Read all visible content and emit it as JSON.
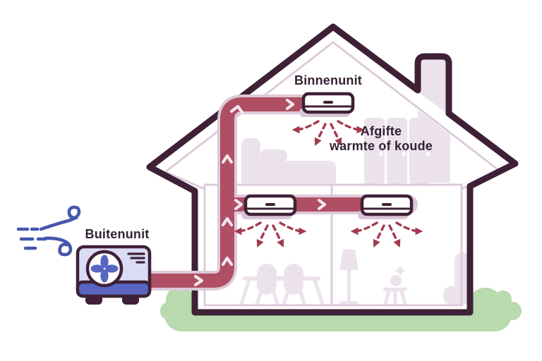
{
  "diagram": {
    "labels": {
      "indoor_unit": "Binnenunit",
      "outdoor_unit": "Buitenunit",
      "delivery_line1": "Afgifte",
      "delivery_line2": "warmte of koude"
    },
    "colors": {
      "outline": "#3e2136",
      "pipe": "#b04e63",
      "pipe-casing": "#ddc9d8",
      "arrow": "#a23a50",
      "furniture": "#ece2ec",
      "unit-shadow": "#d9c5d8",
      "grass": "#b9d9ae",
      "wind": "#4656ae",
      "unit-body": "#dadcf4",
      "unit-accent": "#5966c1",
      "inner-line": "#ddcbdb",
      "chevron": "#f2e6ee",
      "text": "#342134"
    },
    "icons": [
      "wind-icon",
      "fan-icon",
      "flow-chevron-icon",
      "airflow-arrow-icon"
    ]
  }
}
